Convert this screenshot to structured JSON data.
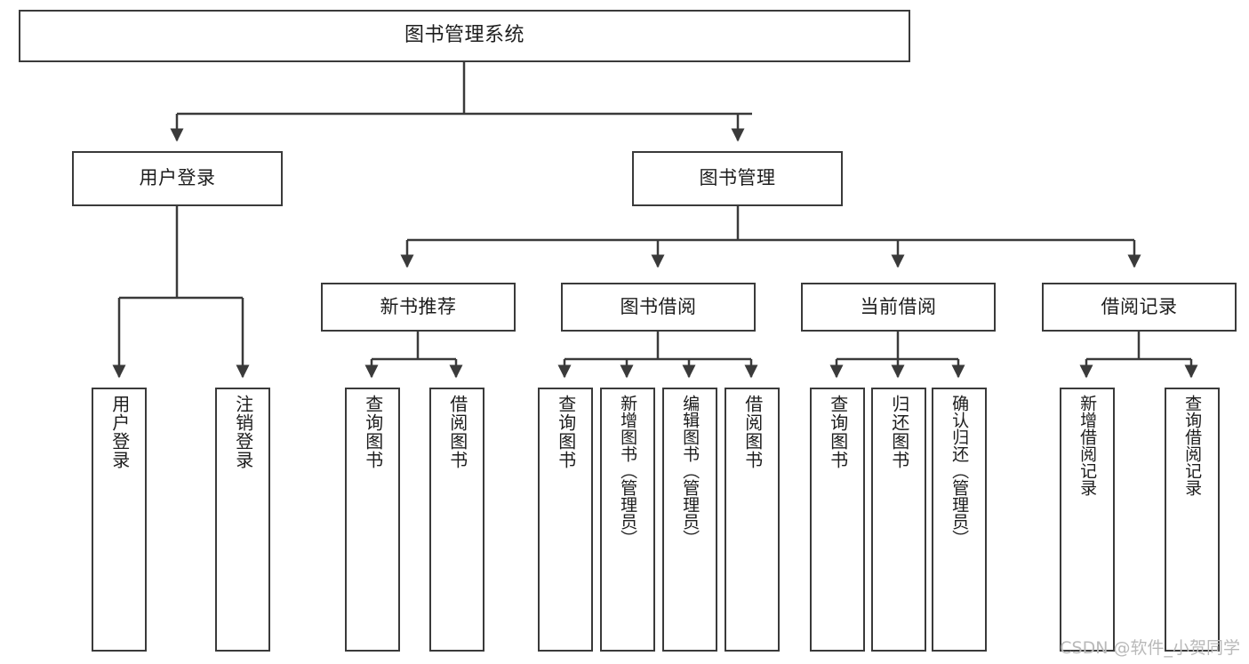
{
  "diagram": {
    "title": "图书管理系统",
    "watermark": "CSDN @软件_小贺同学",
    "line_color": "#3a3a3a",
    "box_fill": "#ffffff",
    "text_color": "#1d1d1d",
    "root": {
      "label": "图书管理系统"
    },
    "level2": [
      {
        "label": "用户登录"
      },
      {
        "label": "图书管理"
      }
    ],
    "level3": [
      {
        "label": "新书推荐"
      },
      {
        "label": "图书借阅"
      },
      {
        "label": "当前借阅"
      },
      {
        "label": "借阅记录"
      }
    ],
    "leaves": {
      "user_login": [
        {
          "label": "用户登录"
        },
        {
          "label": "注销登录"
        }
      ],
      "new_book": [
        {
          "label": "查询图书"
        },
        {
          "label": "借阅图书"
        }
      ],
      "book_borrow": [
        {
          "label": "查询图书"
        },
        {
          "label": "新增图书（管理员）"
        },
        {
          "label": "编辑图书（管理员）"
        },
        {
          "label": "借阅图书"
        }
      ],
      "current_borrow": [
        {
          "label": "查询图书"
        },
        {
          "label": "归还图书"
        },
        {
          "label": "确认归还（管理员）"
        }
      ],
      "borrow_record": [
        {
          "label": "新增借阅记录"
        },
        {
          "label": "查询借阅记录"
        }
      ]
    }
  }
}
